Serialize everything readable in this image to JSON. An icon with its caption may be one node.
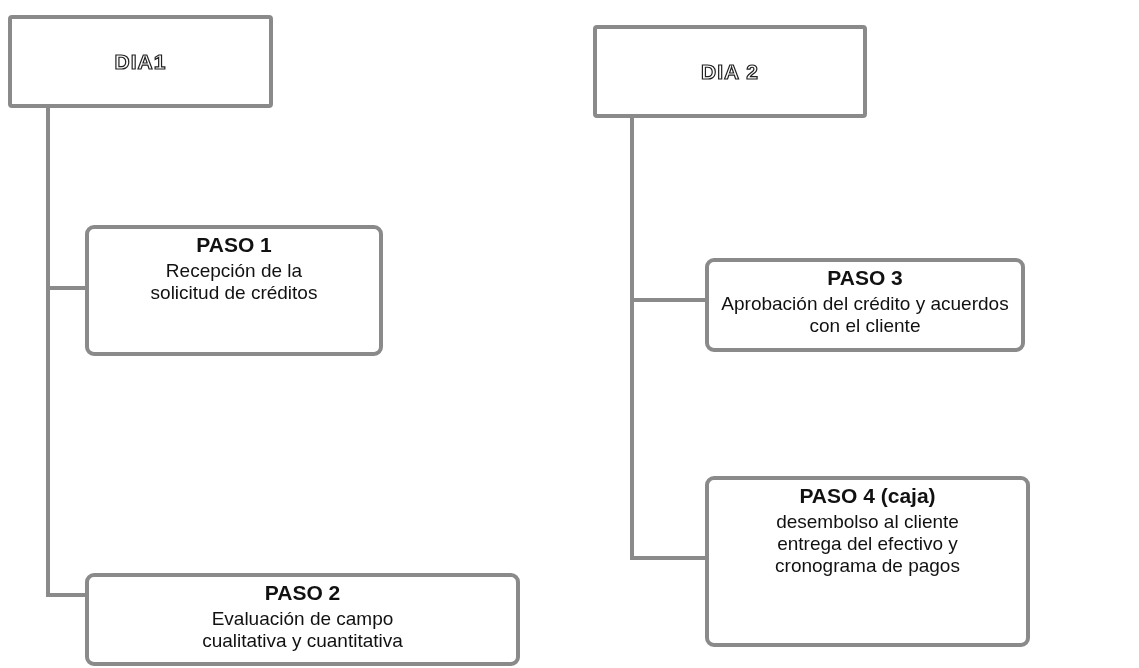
{
  "diagram": {
    "nodes": [
      {
        "text": [
          "DIA1"
        ]
      },
      {
        "text": [
          "PASO 1",
          "Recepción de la solicitud de créditos"
        ]
      },
      {
        "text": [
          "PASO 2",
          "Evaluación de campo cualitativa y cuantitativa"
        ]
      },
      {
        "text": [
          "DIA 2"
        ]
      },
      {
        "text": [
          "PASO 3",
          "Aprobación del crédito y acuerdos con el cliente"
        ]
      },
      {
        "text": [
          "PASO 4 (caja)",
          "desembolso al cliente entrega del efectivo y cronograma de pagos"
        ]
      }
    ],
    "edges": [
      {
        "from": 0,
        "to": 1,
        "arrow": "none"
      },
      {
        "from": 0,
        "to": 2,
        "arrow": "none"
      },
      {
        "from": 3,
        "to": 4,
        "arrow": "none"
      },
      {
        "from": 3,
        "to": 5,
        "arrow": "none"
      }
    ]
  }
}
